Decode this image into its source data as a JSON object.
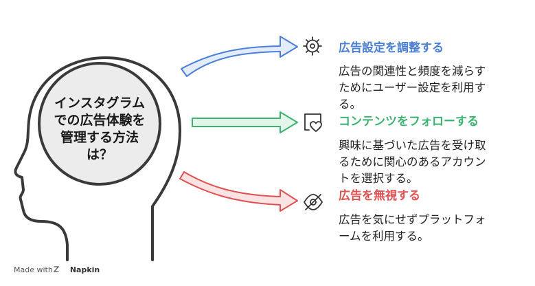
{
  "center": {
    "lines": [
      "インスタグラム",
      "での広告体験を",
      "管理する方法",
      "は？"
    ]
  },
  "options": [
    {
      "title": "広告設定を調整する",
      "color": "#4a7fd6",
      "icon": "gear-icon",
      "description": [
        "広告の関連性と頻度を減らす",
        "ためにユーザー設定を利用す",
        "る。"
      ]
    },
    {
      "title": "コンテンツをフォローする",
      "color": "#3cb371",
      "icon": "heart-frame-icon",
      "description": [
        "興味に基づいた広告を受け取",
        "るために関心のあるアカウン",
        "トを選択する。"
      ]
    },
    {
      "title": "広告を無視する",
      "color": "#e05252",
      "icon": "eye-slash-icon",
      "description": [
        "広告を気にせずプラットフォ",
        "ームを利用する。"
      ]
    }
  ],
  "footer": {
    "made_with": "Made with",
    "brand": "Napkin"
  }
}
